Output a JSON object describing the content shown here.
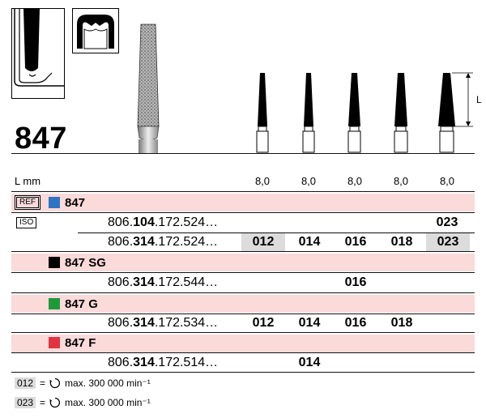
{
  "product_title": "847",
  "length_label": "L mm",
  "l_dimension_label": "L",
  "lengths": [
    "8,0",
    "8,0",
    "8,0",
    "8,0",
    "8,0"
  ],
  "ref_label": "REF",
  "iso_label": "ISO",
  "groups": [
    {
      "name": "847",
      "color": "#2e74c5"
    },
    {
      "name": "847 SG",
      "color": "#000000"
    },
    {
      "name": "847 G",
      "color": "#1f9a3b"
    },
    {
      "name": "847 F",
      "color": "#e03540"
    }
  ],
  "codes": [
    {
      "pre": "806.",
      "bold": "104",
      "post": ".172.524…",
      "sizes": [
        "",
        "",
        "",
        "",
        "023"
      ]
    },
    {
      "pre": "806.",
      "bold": "314",
      "post": ".172.524…",
      "sizes": [
        "012",
        "014",
        "016",
        "018",
        "023"
      ]
    },
    {
      "pre": "806.",
      "bold": "314",
      "post": ".172.544…",
      "sizes": [
        "",
        "",
        "016",
        "",
        ""
      ]
    },
    {
      "pre": "806.",
      "bold": "314",
      "post": ".172.534…",
      "sizes": [
        "012",
        "014",
        "016",
        "018",
        ""
      ]
    },
    {
      "pre": "806.",
      "bold": "314",
      "post": ".172.514…",
      "sizes": [
        "",
        "014",
        "",
        "",
        ""
      ]
    }
  ],
  "speed_notes": [
    {
      "size": "012",
      "eq": "=",
      "text": "max. 300 000 min⁻¹"
    },
    {
      "size": "023",
      "eq": "=",
      "text": "max. 300 000 min⁻¹"
    }
  ]
}
